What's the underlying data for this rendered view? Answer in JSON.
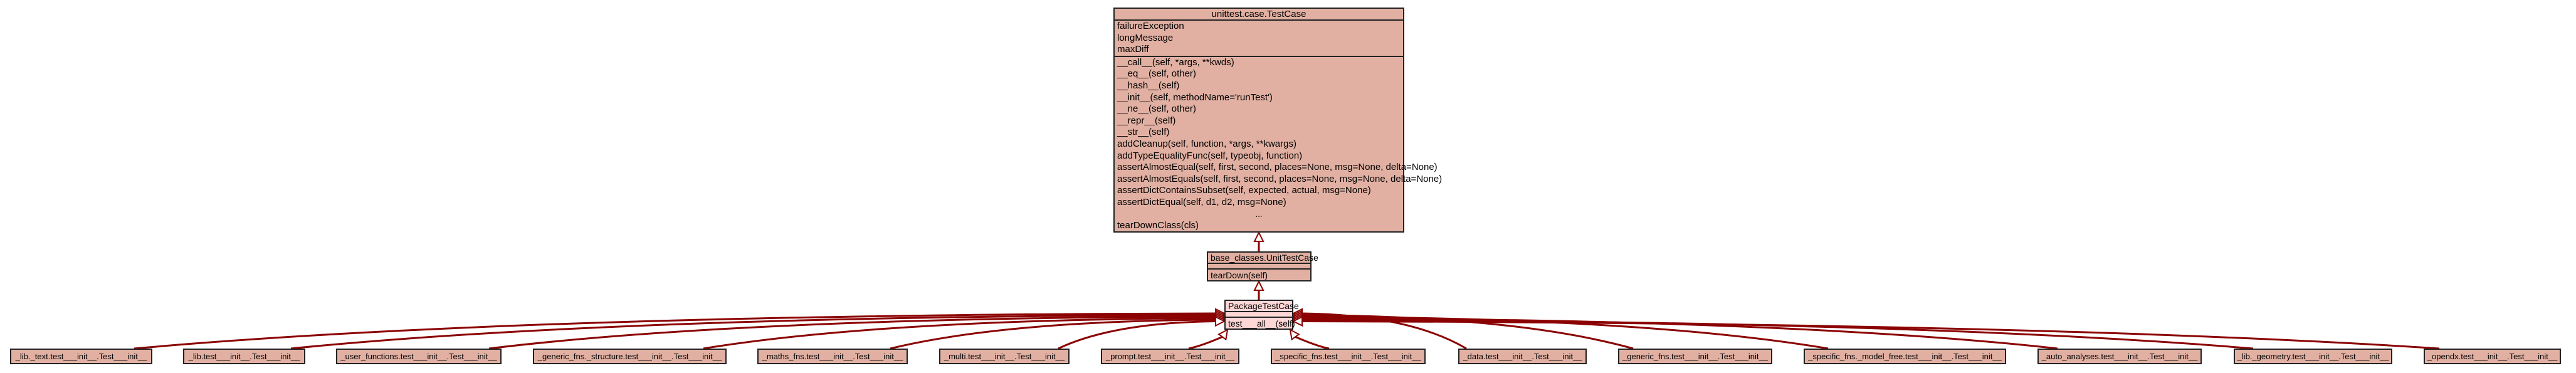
{
  "diagram": {
    "type": "uml-class-inheritance",
    "edge_color": "#8b0000",
    "class_fill": "#e1b0a2",
    "highlight_fill": "#ffd6d6",
    "root": {
      "name": "unittest.case.TestCase",
      "attributes": [
        "failureException",
        "longMessage",
        "maxDiff"
      ],
      "methods": [
        "__call__(self, *args, **kwds)",
        "__eq__(self, other)",
        "__hash__(self)",
        "__init__(self, methodName='runTest')",
        "__ne__(self, other)",
        "__repr__(self)",
        "__str__(self)",
        "addCleanup(self, function, *args, **kwargs)",
        "addTypeEqualityFunc(self, typeobj, function)",
        "assertAlmostEqual(self, first, second, places=None, msg=None, delta=None)",
        "assertAlmostEquals(self, first, second, places=None, msg=None, delta=None)",
        "assertDictContainsSubset(self, expected, actual, msg=None)",
        "assertDictEqual(self, d1, d2, msg=None)"
      ],
      "ellipsis": "...",
      "last_method": "tearDownClass(cls)"
    },
    "middle": {
      "name": "base_classes.UnitTestCase",
      "methods": [
        "tearDown(self)"
      ]
    },
    "focus": {
      "name": "PackageTestCase",
      "methods": [
        "test___all__(self)"
      ]
    },
    "subclasses": [
      "_lib._text.test___init__.Test___init__",
      "_lib.test___init__.Test___init__",
      "_user_functions.test___init__.Test___init__",
      "_generic_fns._structure.test___init__.Test___init__",
      "_maths_fns.test___init__.Test___init__",
      "_multi.test___init__.Test___init__",
      "_prompt.test___init__.Test___init__",
      "_specific_fns.test___init__.Test___init__",
      "_data.test___init__.Test___init__",
      "_generic_fns.test___init__.Test___init__",
      "_specific_fns._model_free.test___init__.Test___init__",
      "_auto_analyses.test___init__.Test___init__",
      "_lib._geometry.test___init__.Test___init__",
      "_opendx.test___init__.Test___init__"
    ]
  }
}
